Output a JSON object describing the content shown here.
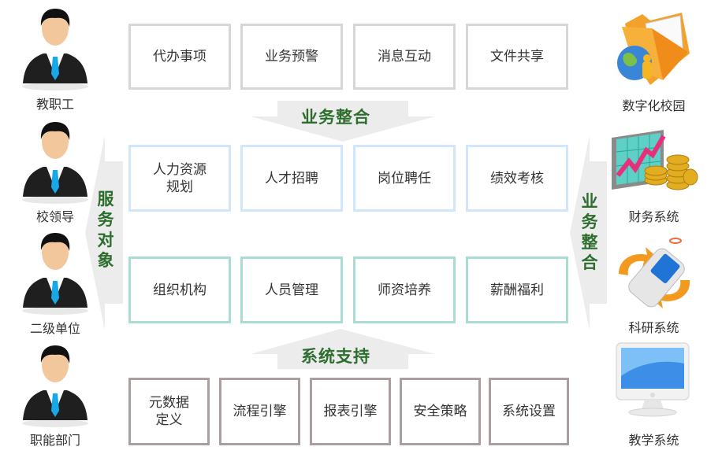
{
  "service_targets": {
    "label": "服务对象",
    "people": [
      {
        "label": "教职工",
        "icon": "person-icon"
      },
      {
        "label": "校领导",
        "icon": "person-icon"
      },
      {
        "label": "二级单位",
        "icon": "person-icon"
      },
      {
        "label": "职能部门",
        "icon": "person-icon"
      }
    ]
  },
  "top_arrow": {
    "label": "业务整合",
    "direction": "down"
  },
  "bottom_arrow": {
    "label": "系统支持",
    "direction": "up"
  },
  "right_arrow": {
    "label": "业务整合",
    "direction": "left"
  },
  "top_row": [
    {
      "label": "代办事项"
    },
    {
      "label": "业务预警"
    },
    {
      "label": "消息互动"
    },
    {
      "label": "文件共享"
    }
  ],
  "middle_row_1": [
    {
      "label": "人力资源\n规划"
    },
    {
      "label": "人才招聘"
    },
    {
      "label": "岗位聘任"
    },
    {
      "label": "绩效考核"
    }
  ],
  "middle_row_2": [
    {
      "label": "组织机构"
    },
    {
      "label": "人员管理"
    },
    {
      "label": "师资培养"
    },
    {
      "label": "薪酬福利"
    }
  ],
  "bottom_row": [
    {
      "label": "元数据\n定义"
    },
    {
      "label": "流程引擎"
    },
    {
      "label": "报表引擎"
    },
    {
      "label": "安全策略"
    },
    {
      "label": "系统设置"
    }
  ],
  "external_systems": [
    {
      "label": "数字化校园",
      "icon": "folder-globe-icon"
    },
    {
      "label": "财务系统",
      "icon": "finance-chart-coins-icon"
    },
    {
      "label": "科研系统",
      "icon": "mobile-sync-icon"
    },
    {
      "label": "教学系统",
      "icon": "monitor-icon"
    }
  ],
  "colors": {
    "accent_green": "#2d6e2e",
    "top_border": "#d6d6d6",
    "blue_border": "#d2e6fb",
    "teal_border": "#a9ddd3",
    "mauve_border": "#aa9e9e",
    "arrow_fill": "#ececec"
  }
}
